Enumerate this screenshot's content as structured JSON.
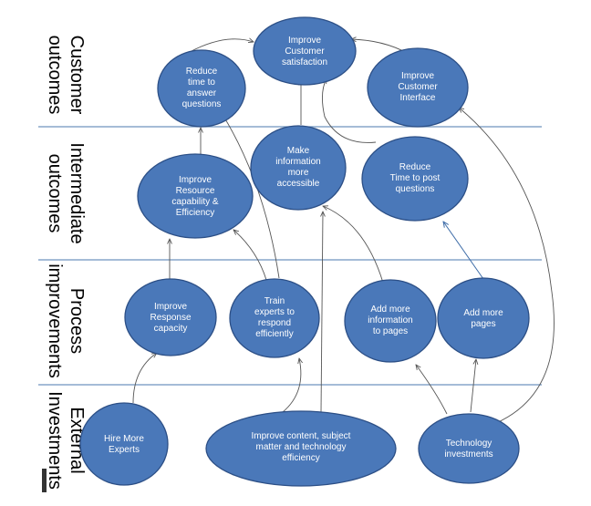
{
  "bands": [
    {
      "id": "customer",
      "lines": [
        "Customer",
        "outcomes"
      ]
    },
    {
      "id": "intermediate",
      "lines": [
        "Intermediate",
        "outcomes"
      ]
    },
    {
      "id": "process",
      "lines": [
        "Process",
        "improvements"
      ]
    },
    {
      "id": "external",
      "lines": [
        "External",
        "Investments"
      ]
    }
  ],
  "nodes": {
    "improve_customer_satisfaction": {
      "lines": [
        "Improve",
        "Customer",
        "satisfaction"
      ]
    },
    "reduce_time_to_answer": {
      "lines": [
        "Reduce",
        "time to",
        "answer",
        "questions"
      ]
    },
    "improve_customer_interface": {
      "lines": [
        "Improve",
        "Customer",
        "Interface"
      ]
    },
    "make_information_accessible": {
      "lines": [
        "Make",
        "information",
        "more",
        "accessible"
      ]
    },
    "reduce_time_to_post": {
      "lines": [
        "Reduce",
        "Time to post",
        "questions"
      ]
    },
    "improve_resource_capability": {
      "lines": [
        "Improve",
        "Resource",
        "capability &",
        "Efficiency"
      ]
    },
    "improve_response_capacity": {
      "lines": [
        "Improve",
        "Response",
        "capacity"
      ]
    },
    "train_experts": {
      "lines": [
        "Train",
        "experts to",
        "respond",
        "efficiently"
      ]
    },
    "add_more_information": {
      "lines": [
        "Add more",
        "information",
        "to pages"
      ]
    },
    "add_more_pages": {
      "lines": [
        "Add more",
        "pages"
      ]
    },
    "hire_more_experts": {
      "lines": [
        "Hire More",
        "Experts"
      ]
    },
    "improve_content": {
      "lines": [
        "Improve content, subject",
        "matter and technology",
        "efficiency"
      ]
    },
    "technology_investments": {
      "lines": [
        "Technology",
        "investments"
      ]
    }
  },
  "connections": [
    {
      "from": "reduce_time_to_answer",
      "to": "improve_customer_satisfaction"
    },
    {
      "from": "improve_customer_interface",
      "to": "improve_customer_satisfaction"
    },
    {
      "from": "make_information_accessible",
      "to": "improve_customer_satisfaction"
    },
    {
      "from": "reduce_time_to_post",
      "to": "improve_customer_satisfaction"
    },
    {
      "from": "improve_resource_capability",
      "to": "reduce_time_to_answer"
    },
    {
      "from": "train_experts",
      "to": "reduce_time_to_answer"
    },
    {
      "from": "train_experts",
      "to": "improve_resource_capability"
    },
    {
      "from": "improve_response_capacity",
      "to": "improve_resource_capability"
    },
    {
      "from": "add_more_information",
      "to": "make_information_accessible"
    },
    {
      "from": "add_more_pages",
      "to": "reduce_time_to_post"
    },
    {
      "from": "hire_more_experts",
      "to": "improve_response_capacity"
    },
    {
      "from": "improve_content",
      "to": "train_experts"
    },
    {
      "from": "improve_content",
      "to": "make_information_accessible"
    },
    {
      "from": "technology_investments",
      "to": "add_more_information"
    },
    {
      "from": "technology_investments",
      "to": "add_more_pages"
    },
    {
      "from": "technology_investments",
      "to": "improve_customer_interface"
    }
  ]
}
